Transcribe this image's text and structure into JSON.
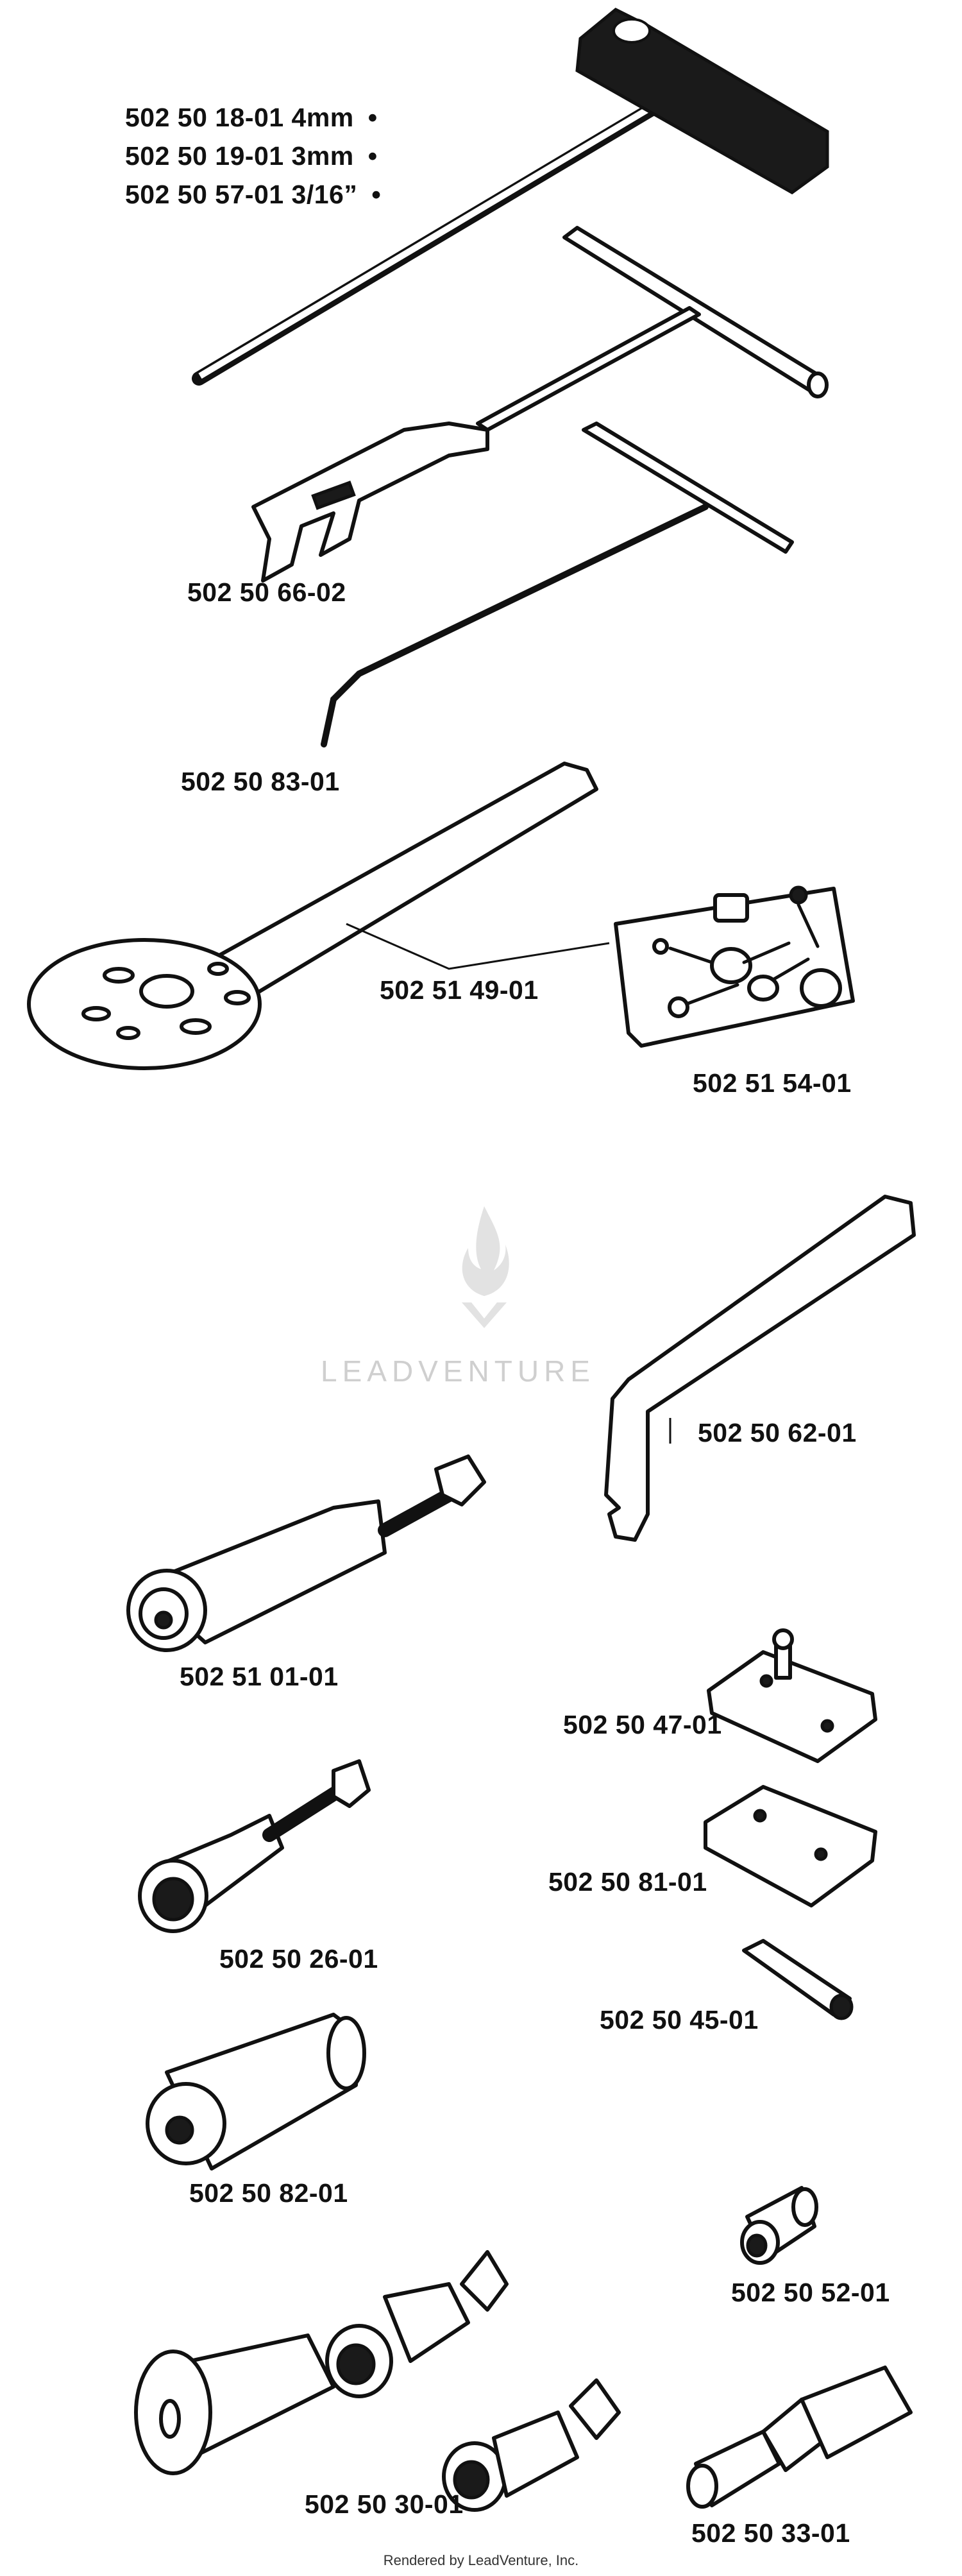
{
  "parts": {
    "hex_key_4mm": "502 50 18-01 4mm",
    "hex_key_3mm": "502 50 19-01 3mm",
    "hex_key_3_16": "502 50 57-01 3/16”",
    "bullet": "•",
    "fork_tool": "502 50 66-02",
    "hook_tool": "502 50 83-01",
    "flywheel_holder": "502 51 49-01",
    "screw_kit": "502 51 54-01",
    "bent_wrench": "502 50 62-01",
    "puller": "502 51 01-01",
    "plate_stud": "502 50 47-01",
    "plate": "502 50 81-01",
    "pin": "502 50 45-01",
    "sleeve_puller": "502 50 26-01",
    "sleeve": "502 50 82-01",
    "small_sleeve": "502 50 52-01",
    "puller_set": "502 50 30-01",
    "adapter": "502 50 33-01"
  },
  "watermark": {
    "brand": "LEADVENTURE"
  },
  "footer": {
    "text": "Rendered by LeadVenture, Inc."
  }
}
